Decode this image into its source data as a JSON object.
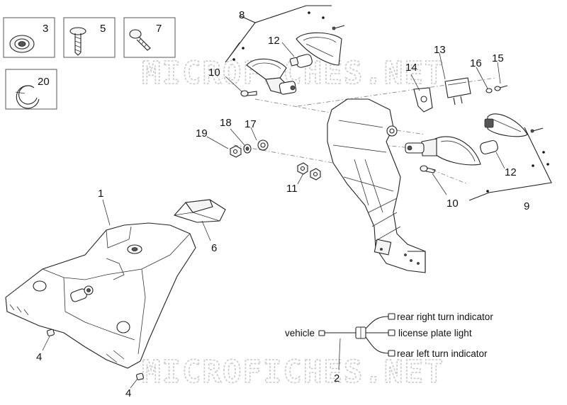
{
  "watermark": "MICROFICHES.NET",
  "part_numbers": {
    "p1": "1",
    "p2": "2",
    "p3": "3",
    "p4a": "4",
    "p4b": "4",
    "p5": "5",
    "p6": "6",
    "p7": "7",
    "p8": "8",
    "p9": "9",
    "p10a": "10",
    "p10b": "10",
    "p11": "11",
    "p12a": "12",
    "p12b": "12",
    "p13": "13",
    "p14": "14",
    "p15": "15",
    "p16": "16",
    "p17": "17",
    "p18": "18",
    "p19": "19",
    "p20": "20"
  },
  "wiring": {
    "source": "vehicle",
    "outputs": [
      "rear right turn indicator",
      "license plate light",
      "rear left turn indicator"
    ]
  }
}
